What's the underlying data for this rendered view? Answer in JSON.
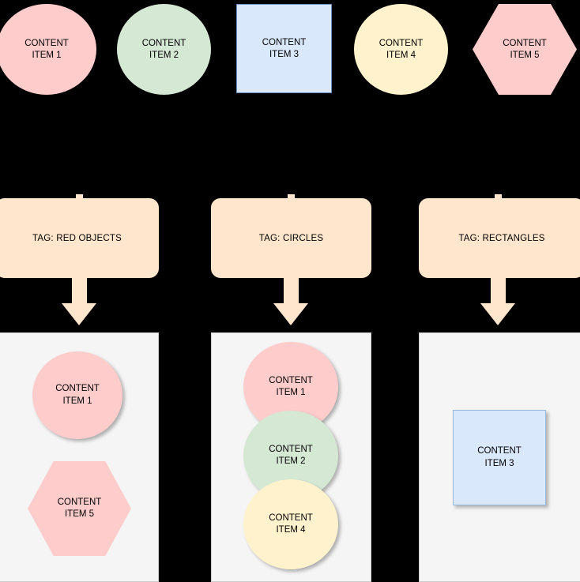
{
  "diagram": {
    "background_color": "#000000",
    "palette": {
      "pink": "#FFCCCC",
      "green": "#D5E8D4",
      "blue": "#DAE8FC",
      "yellow": "#FFF2CC",
      "orange": "#FFE6CC",
      "panel_fill": "#F5F5F5",
      "panel_border": "#CCCCCC",
      "text": "#000000"
    },
    "source_shapes": [
      {
        "id": "item1",
        "label": "CONTENT\nITEM 1",
        "shape": "circle",
        "fill": "#FFCCCC"
      },
      {
        "id": "item2",
        "label": "CONTENT\nITEM 2",
        "shape": "circle",
        "fill": "#D5E8D4"
      },
      {
        "id": "item3",
        "label": "CONTENT\nITEM 3",
        "shape": "rectangle",
        "fill": "#DAE8FC"
      },
      {
        "id": "item4",
        "label": "CONTENT\nITEM 4",
        "shape": "circle",
        "fill": "#FFF2CC"
      },
      {
        "id": "item5",
        "label": "CONTENT\nITEM 5",
        "shape": "hexagon",
        "fill": "#FFCCCC"
      }
    ],
    "tags": [
      {
        "id": "tag-red",
        "label": "TAG: RED OBJECTS"
      },
      {
        "id": "tag-circles",
        "label": "TAG: CIRCLES"
      },
      {
        "id": "tag-rectangles",
        "label": "TAG: RECTANGLES"
      }
    ],
    "results": {
      "red_objects": [
        {
          "id": "r1",
          "label": "CONTENT\nITEM 1",
          "shape": "circle",
          "fill": "#FFCCCC"
        },
        {
          "id": "r2",
          "label": "CONTENT\nITEM 5",
          "shape": "hexagon",
          "fill": "#FFCCCC"
        }
      ],
      "circles": [
        {
          "id": "c1",
          "label": "CONTENT\nITEM 1",
          "shape": "circle",
          "fill": "#FFCCCC"
        },
        {
          "id": "c2",
          "label": "CONTENT\nITEM 2",
          "shape": "circle",
          "fill": "#D5E8D4"
        },
        {
          "id": "c3",
          "label": "CONTENT\nITEM 4",
          "shape": "circle",
          "fill": "#FFF2CC"
        }
      ],
      "rectangles": [
        {
          "id": "q1",
          "label": "CONTENT\nITEM 3",
          "shape": "rectangle",
          "fill": "#DAE8FC"
        }
      ]
    }
  }
}
